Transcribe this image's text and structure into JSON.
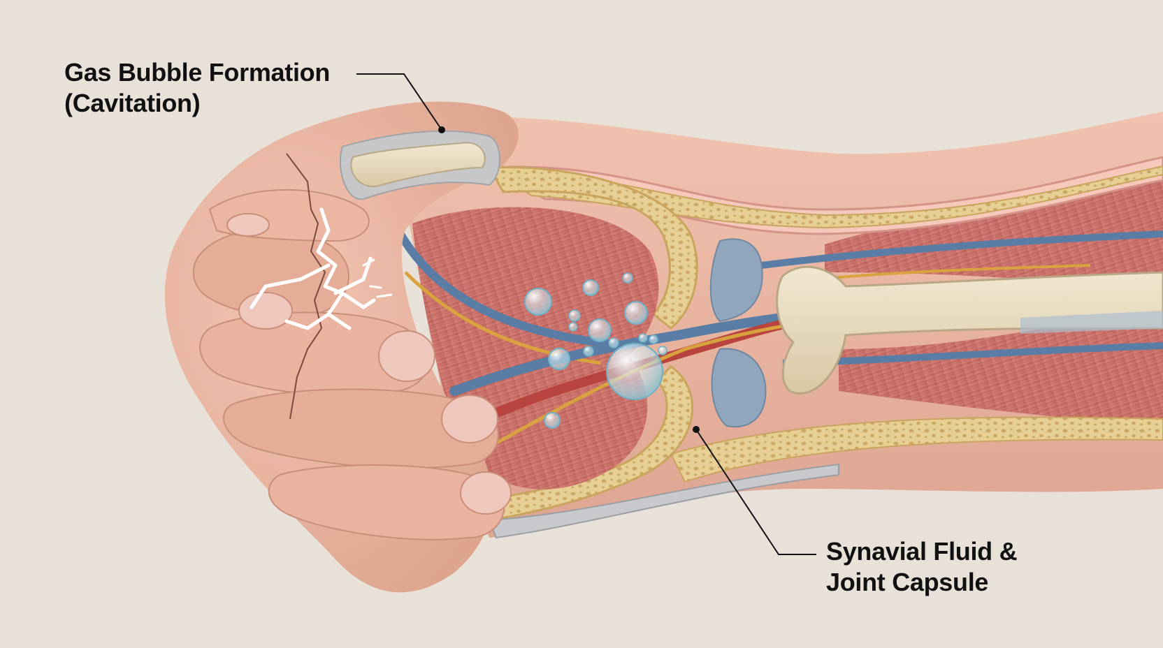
{
  "labels": {
    "top": {
      "line1": "Gas Bubble Formation",
      "line2": "(Cavitation)"
    },
    "bottom": {
      "line1": "Synavial Fluid &",
      "line2": "Joint Capsule"
    }
  },
  "colors": {
    "background": "#e7e1d8",
    "skin": "#e8b4a0",
    "muscle": "#c8706a",
    "bone": "#e8dcc2",
    "cancellous_bone": "#e2cb8e",
    "cartilage": "#8fa6bd",
    "vein": "#5a7da6",
    "artery": "#b8433f",
    "nerve": "#d8a23e",
    "bubble": "#cfe8f0",
    "crack": "#ffffff",
    "leader_line": "#111111"
  }
}
